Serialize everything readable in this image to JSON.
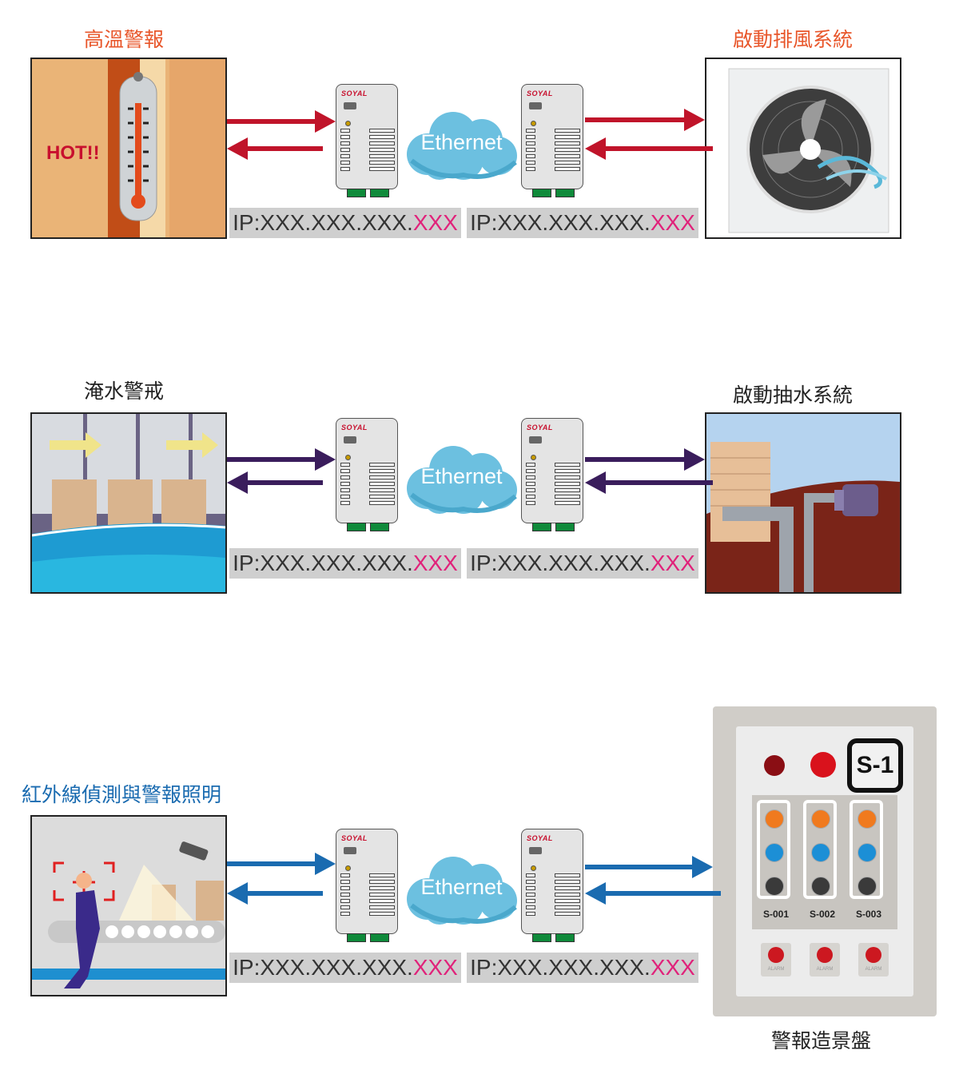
{
  "colors": {
    "row1_arrow": "#c0142a",
    "row2_arrow": "#3a1d5c",
    "row3_arrow": "#1a6bb0",
    "ip_highlight": "#e0227a",
    "ip_box": "#cfcfcf",
    "device_terminal": "#0f8a3a",
    "cloud": "#6cc0e0"
  },
  "device": {
    "brand": "SOYAL"
  },
  "cloud": {
    "label": "Ethernet"
  },
  "ip": {
    "prefix": "IP:XXX.XXX.XXX.",
    "suffix": "XXX"
  },
  "rows": [
    {
      "left_title": "高溫警報",
      "right_title": "啟動排風系統",
      "left_scene": {
        "text": "HOT!!",
        "icon": "thermometer-icon"
      },
      "right_scene": {
        "icon": "exhaust-fan-icon"
      }
    },
    {
      "left_title": "淹水警戒",
      "right_title": "啟動抽水系統",
      "left_scene": {
        "icon": "flood-warehouse-icon"
      },
      "right_scene": {
        "icon": "water-pump-icon"
      }
    },
    {
      "left_title": "紅外線偵測與警報照明",
      "right_title": "警報造景盤",
      "left_scene": {
        "icon": "infrared-detection-icon"
      },
      "right_scene": {
        "icon": "alarm-panel-icon"
      }
    }
  ],
  "alarm_panel": {
    "label": "S-1",
    "zones": [
      "S-001",
      "S-002",
      "S-003"
    ],
    "button_label": "ALARM"
  }
}
